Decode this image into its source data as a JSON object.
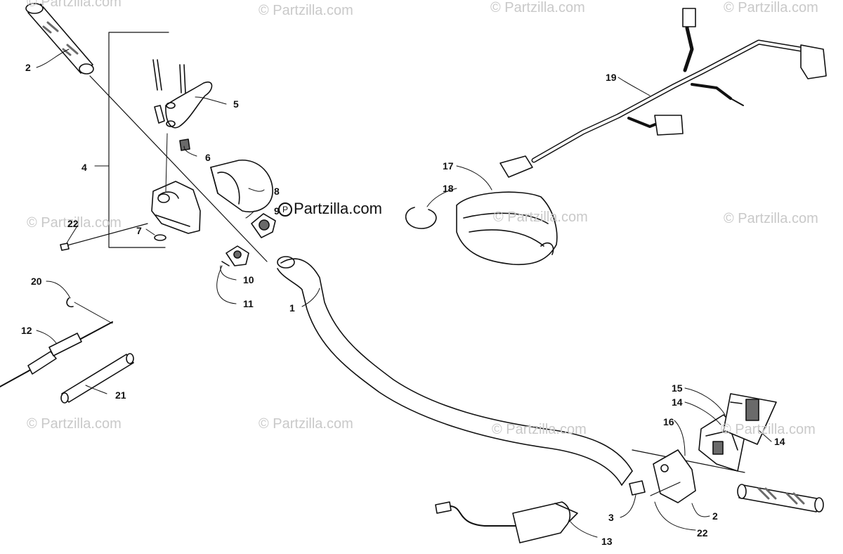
{
  "watermark_text": "© Partzilla.com",
  "brand_logo": {
    "text": "Partzilla.com",
    "icon": "partzilla-p-icon"
  },
  "callouts": {
    "c1": "1",
    "c2a": "2",
    "c2b": "2",
    "c3": "3",
    "c4": "4",
    "c5": "5",
    "c6": "6",
    "c7": "7",
    "c8": "8",
    "c9": "9",
    "c10": "10",
    "c11": "11",
    "c12": "12",
    "c13": "13",
    "c14a": "14",
    "c14b": "14",
    "c15": "15",
    "c16": "16",
    "c17": "17",
    "c18": "18",
    "c19": "19",
    "c20": "20",
    "c21": "21",
    "c22a": "22",
    "c22b": "22"
  },
  "colors": {
    "line": "#111111",
    "part_fill": "#ffffff",
    "shade": "#6a6a6a",
    "watermark": "#c9c9c9"
  }
}
